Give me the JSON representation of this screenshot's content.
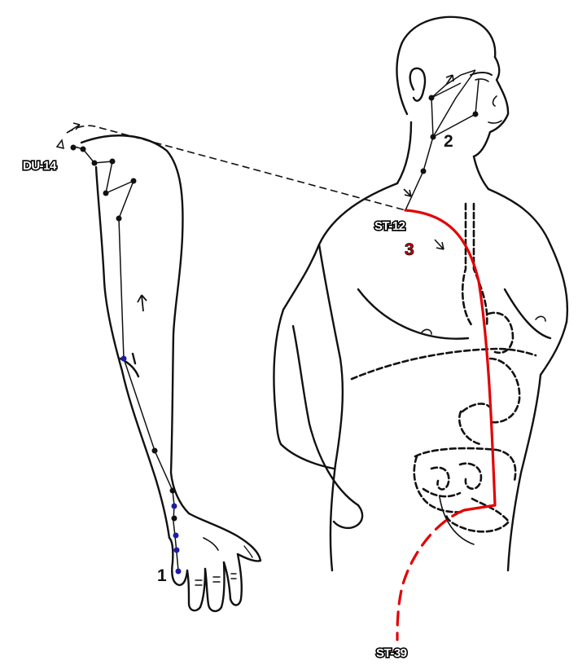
{
  "labels": {
    "du14": "DU-14",
    "st12": "ST-12",
    "st39": "ST-39",
    "n1": "1",
    "n2": "2",
    "n3": "3"
  },
  "colors": {
    "line": "#111111",
    "meridian_red": "#e30000",
    "point_black": "#111111",
    "point_blue": "#1c1ca8",
    "label_red": "#d00000"
  }
}
